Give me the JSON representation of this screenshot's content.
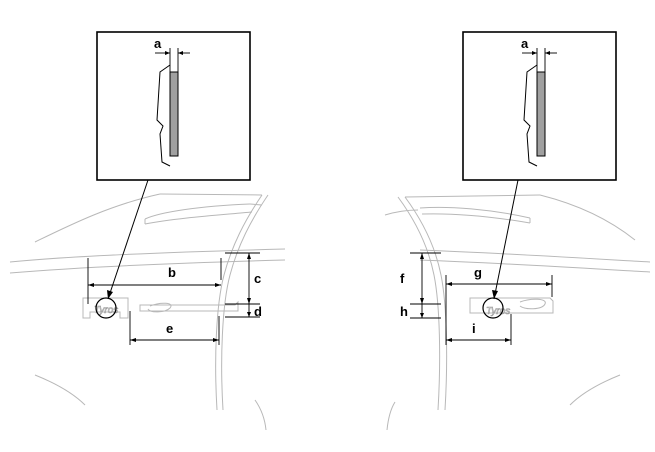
{
  "labels": {
    "a_left": "a",
    "b": "b",
    "c": "c",
    "d": "d",
    "e": "e",
    "a_right": "a",
    "f": "f",
    "g": "g",
    "h": "h",
    "i": "i"
  },
  "emblem_text": "Tyros",
  "colors": {
    "line": "#000000",
    "body_outline": "#b8b8b8",
    "strip_fill": "#a0a0a0"
  }
}
